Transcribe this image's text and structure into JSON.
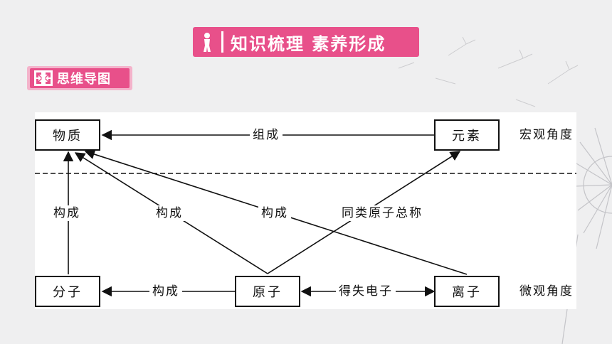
{
  "header": {
    "title": "知识梳理  素养形成",
    "section_label": "思维导图"
  },
  "colors": {
    "accent": "#e8508a",
    "accent_light": "#f4b3cb",
    "background": "#efeff0",
    "line": "#111111"
  },
  "diagram": {
    "nodes": {
      "substance": "物质",
      "element": "元素",
      "molecule": "分子",
      "atom": "原子",
      "ion": "离子"
    },
    "edge_labels": {
      "element_to_substance": "组成",
      "molecule_to_substance": "构成",
      "atom_to_substance": "构成",
      "ion_to_substance": "构成",
      "atom_to_element": "同类原子总称",
      "atom_to_molecule": "构成",
      "atom_ion": "得失电子"
    },
    "levels": {
      "macro": "宏观角度",
      "micro": "微观角度"
    }
  }
}
